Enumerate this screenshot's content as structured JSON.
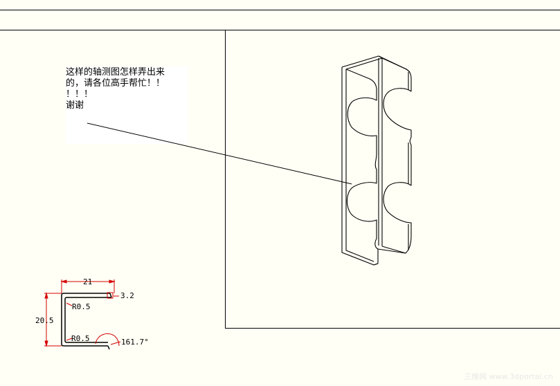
{
  "note": {
    "line1": "这样的轴测图怎样弄出来",
    "line2": "的，请各位高手帮忙！！",
    "line3": "！！！",
    "line4": "谢谢"
  },
  "dimensions": {
    "width": "21",
    "height": "20.5",
    "lip": "3.2",
    "radius_top": "R0.5",
    "radius_bottom": "R0.5",
    "angle": "161.7°"
  },
  "watermark": "三维网 www.3dportal.cn",
  "colors": {
    "background": "#fffff5",
    "dimension": "#d40000",
    "line": "#000000"
  }
}
